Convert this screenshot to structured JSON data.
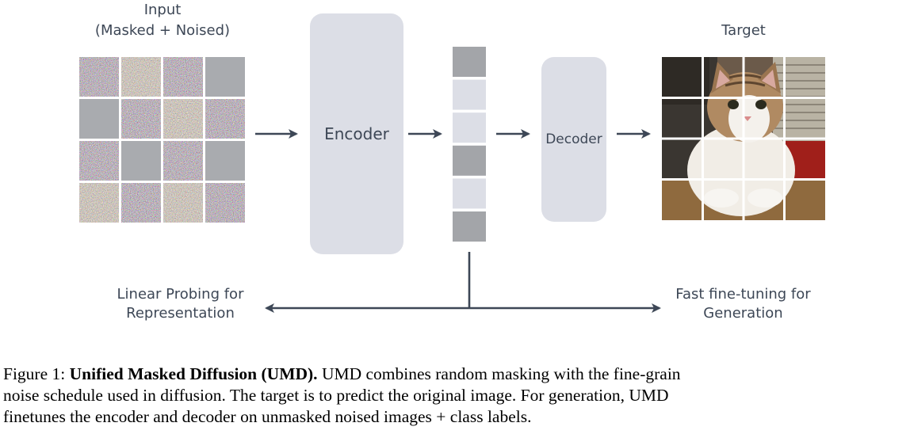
{
  "labels": {
    "input_line1": "Input",
    "input_line2": "(Masked + Noised)",
    "target": "Target",
    "encoder": "Encoder",
    "decoder": "Decoder",
    "left_branch_line1": "Linear Probing for",
    "left_branch_line2": "Representation",
    "right_branch_line1": "Fast fine-tuning for",
    "right_branch_line2": "Generation"
  },
  "input_grid": {
    "rows": 4,
    "cols": 4,
    "masked_cells": [
      [
        0,
        3
      ],
      [
        1,
        0
      ],
      [
        2,
        1
      ],
      [
        2,
        3
      ]
    ]
  },
  "token_stack": [
    "masked",
    "visible",
    "visible",
    "masked",
    "visible",
    "masked"
  ],
  "caption": {
    "prefix": "Figure 1: ",
    "title": "Unified Masked Diffusion (UMD).",
    "line1_rest": " UMD combines random masking with the fine-grain",
    "line2": "noise schedule used in diffusion. The target is to predict the original image. For generation, UMD",
    "line3": "finetunes the encoder and decoder on unmasked noised images + class labels."
  },
  "colors": {
    "text": "#3d4756",
    "box_fill": "#dcdee6",
    "token_dark": "#a3a5a9",
    "token_light": "#dcdee6",
    "mask_fill": "#a9abaf",
    "arrow": "#3d4756"
  }
}
